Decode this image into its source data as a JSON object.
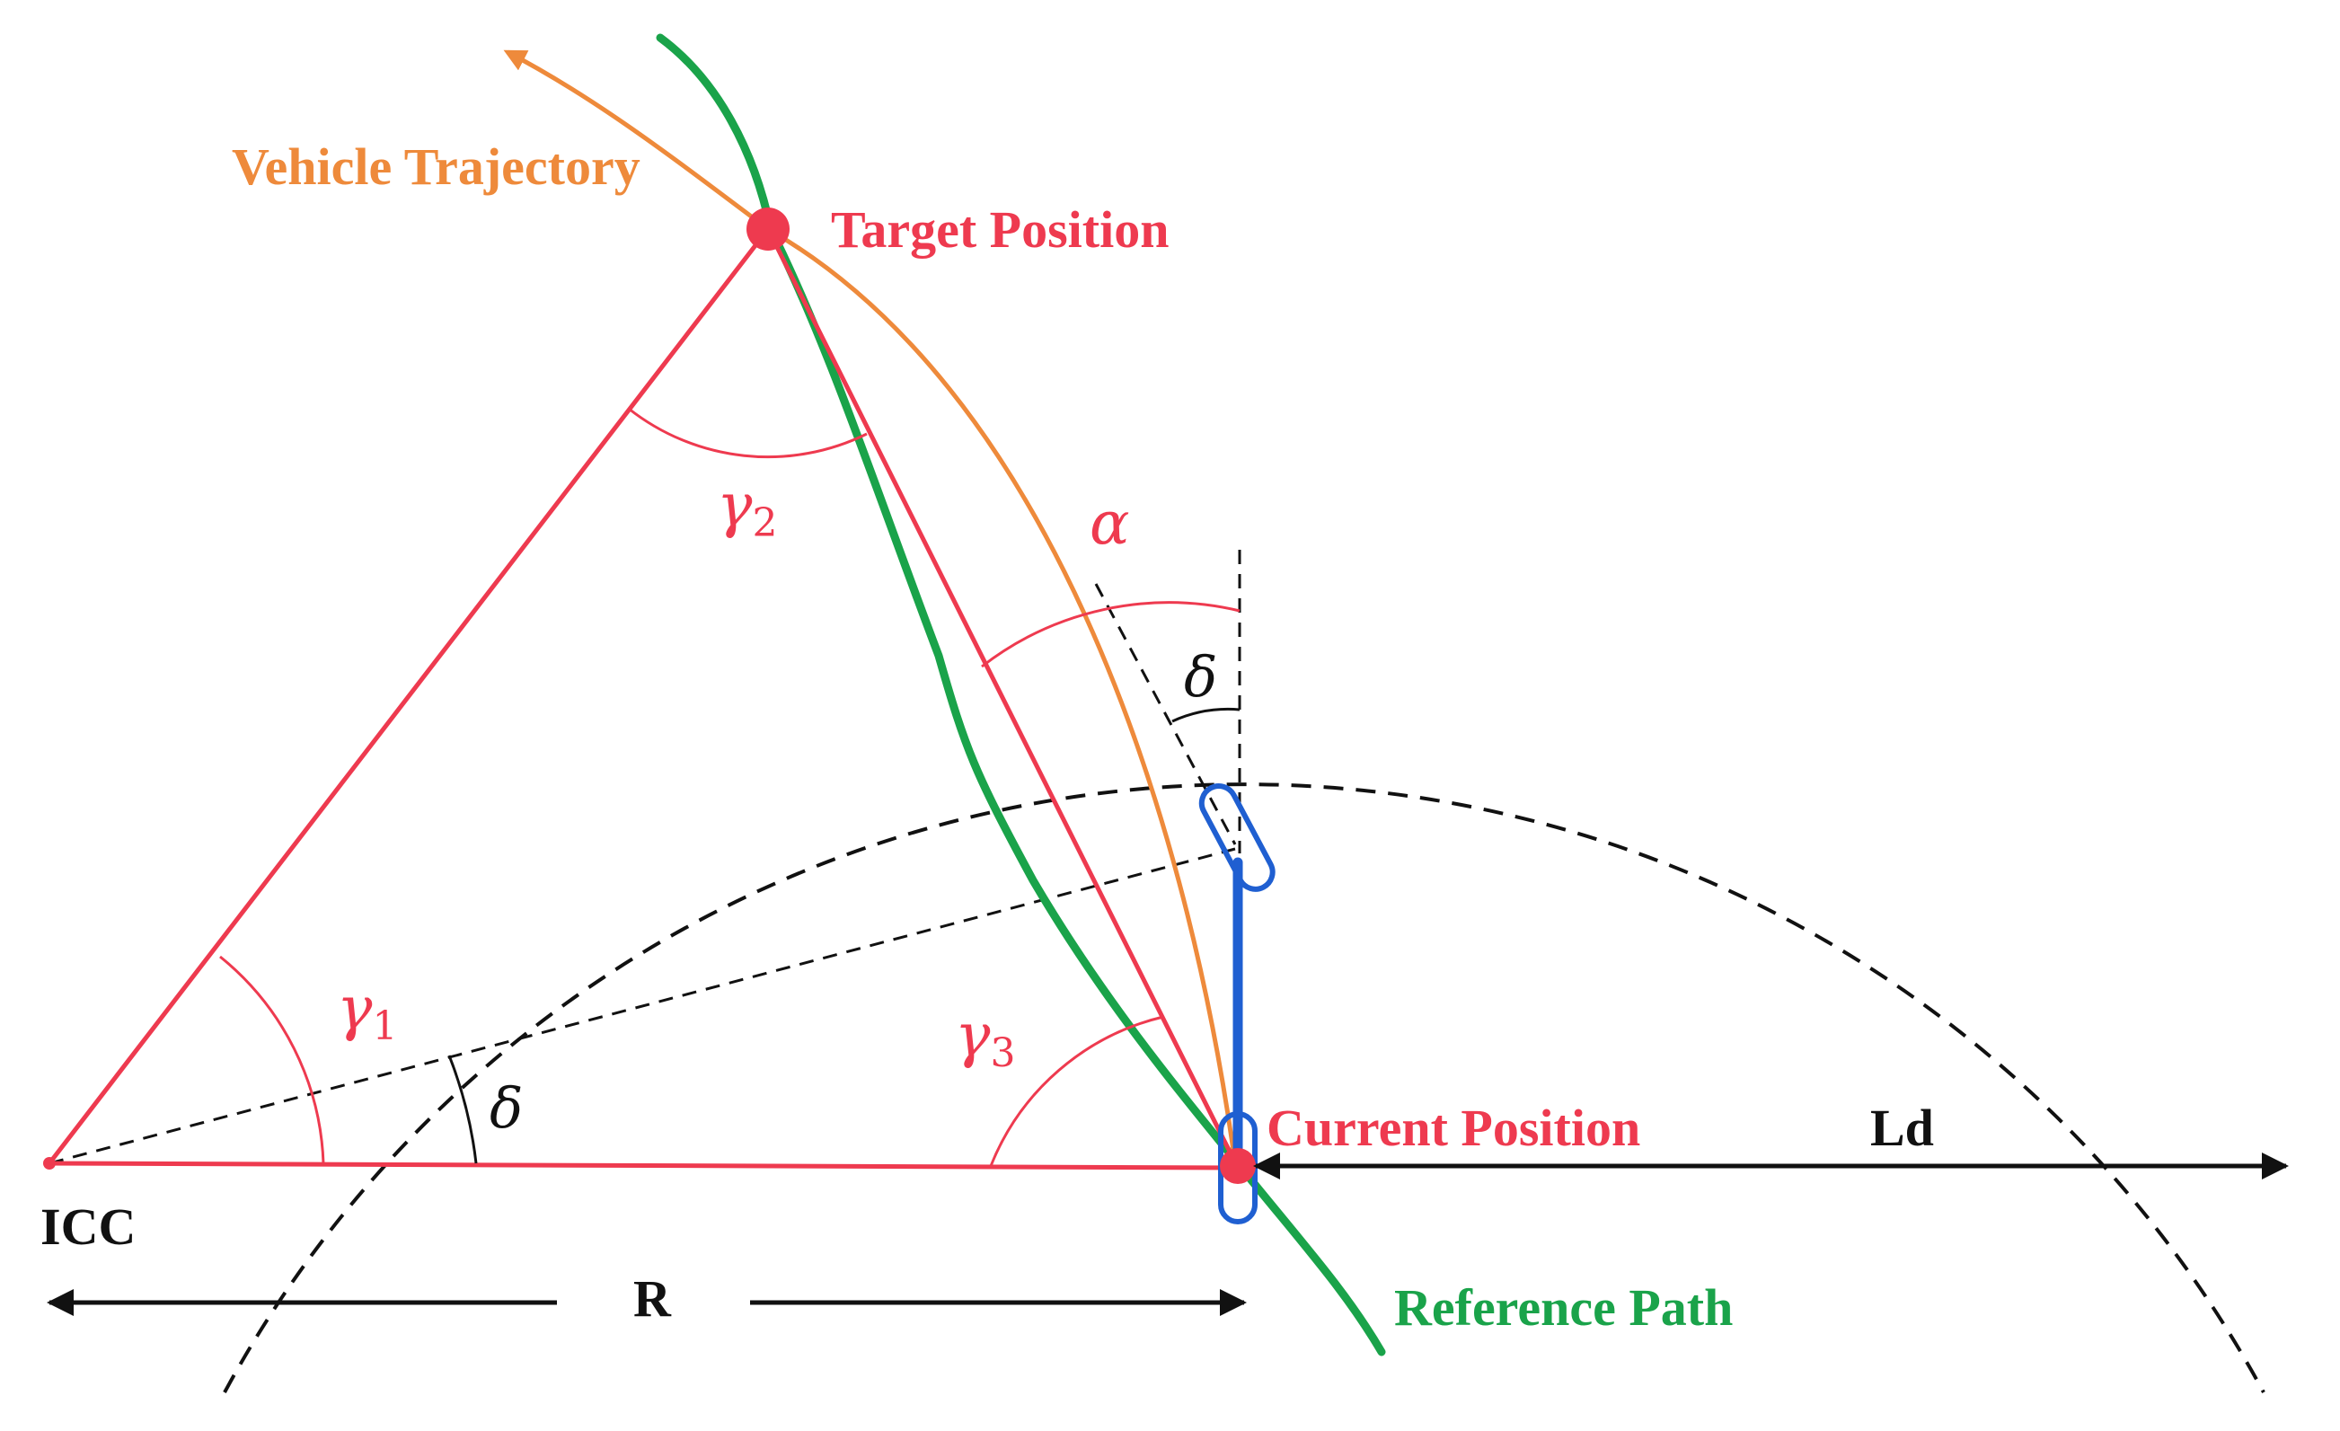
{
  "labels": {
    "vehicle_trajectory": "Vehicle Trajectory",
    "target_position": "Target Position",
    "current_position": "Current Position",
    "reference_path": "Reference Path",
    "icc": "ICC",
    "radius": "R",
    "lookahead": "Ld"
  },
  "angles": {
    "gamma1": "γ",
    "gamma1_sub": "1",
    "gamma2": "γ",
    "gamma2_sub": "2",
    "gamma3": "γ",
    "gamma3_sub": "3",
    "alpha": "α",
    "delta_vehicle": "δ",
    "delta_icc": "δ"
  },
  "colors": {
    "triangle": "#ee3a4f",
    "trajectory": "#ee8a3b",
    "reference_path": "#1aa34a",
    "vehicle": "#1f5fd1",
    "guide": "#111111",
    "text_dark": "#111111"
  }
}
